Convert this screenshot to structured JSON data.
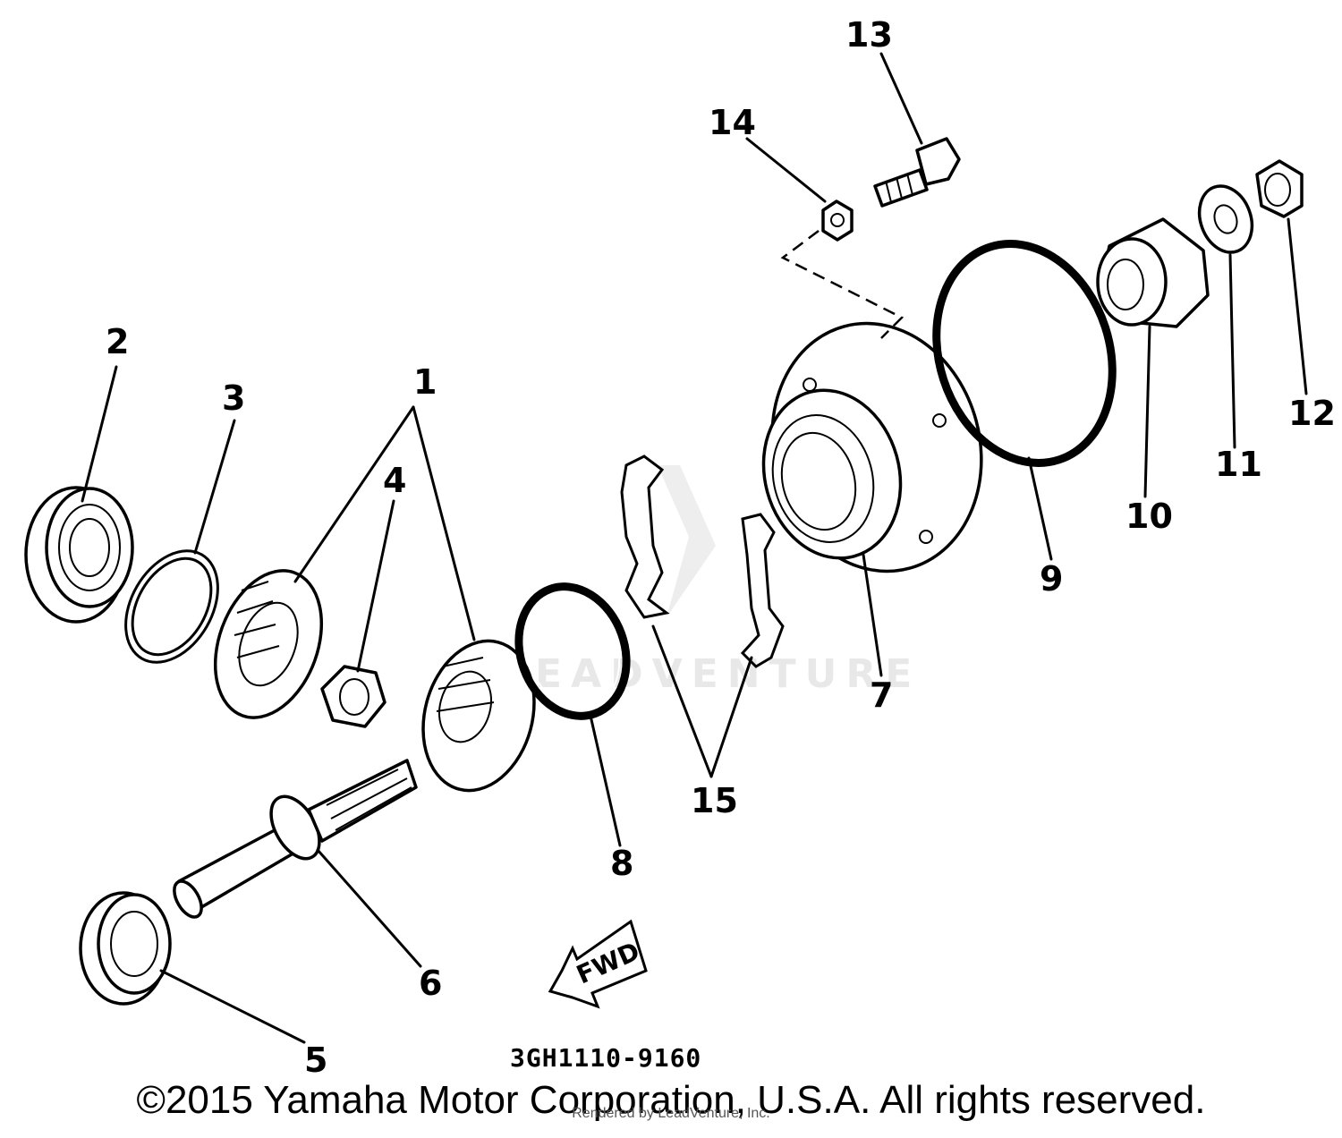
{
  "callouts": [
    "1",
    "2",
    "3",
    "4",
    "5",
    "6",
    "7",
    "8",
    "9",
    "10",
    "11",
    "12",
    "13",
    "14",
    "15"
  ],
  "part_code": "3GH1110-9160",
  "fwd_label": "FWD",
  "watermark": "LEADVENTURE",
  "copyright": "©2015 Yamaha Motor Corporation, U.S.A. All rights reserved.",
  "rendered_by": "Rendered by LeadVenture, Inc."
}
